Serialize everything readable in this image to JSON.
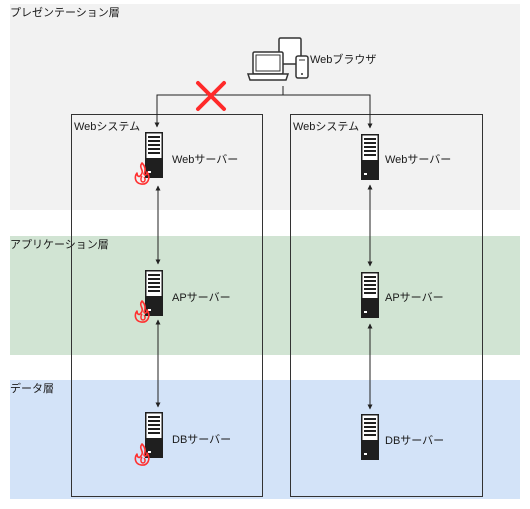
{
  "layers": {
    "presentation": "プレゼンテーション層",
    "application": "アプリケーション層",
    "data": "データ層"
  },
  "browser": {
    "label": "Webブラウザ"
  },
  "systems": [
    {
      "title": "Webシステム",
      "servers": {
        "web": "Webサーバー",
        "ap": "APサーバー",
        "db": "DBサーバー"
      },
      "status": "failed",
      "connection_blocked": true
    },
    {
      "title": "Webシステム",
      "servers": {
        "web": "Webサーバー",
        "ap": "APサーバー",
        "db": "DBサーバー"
      },
      "status": "ok",
      "connection_blocked": false
    }
  ],
  "colors": {
    "presentation_band": "#f2f2f2",
    "application_band": "#d1e4d3",
    "data_band": "#d3e3f8",
    "failure_mark": "#ff2a2a",
    "fire_icon": "#ff3030"
  },
  "icons": {
    "server": "server-tower-icon",
    "failure": "fire-icon",
    "blocked": "cross-mark-icon",
    "browser": "devices-icon"
  }
}
